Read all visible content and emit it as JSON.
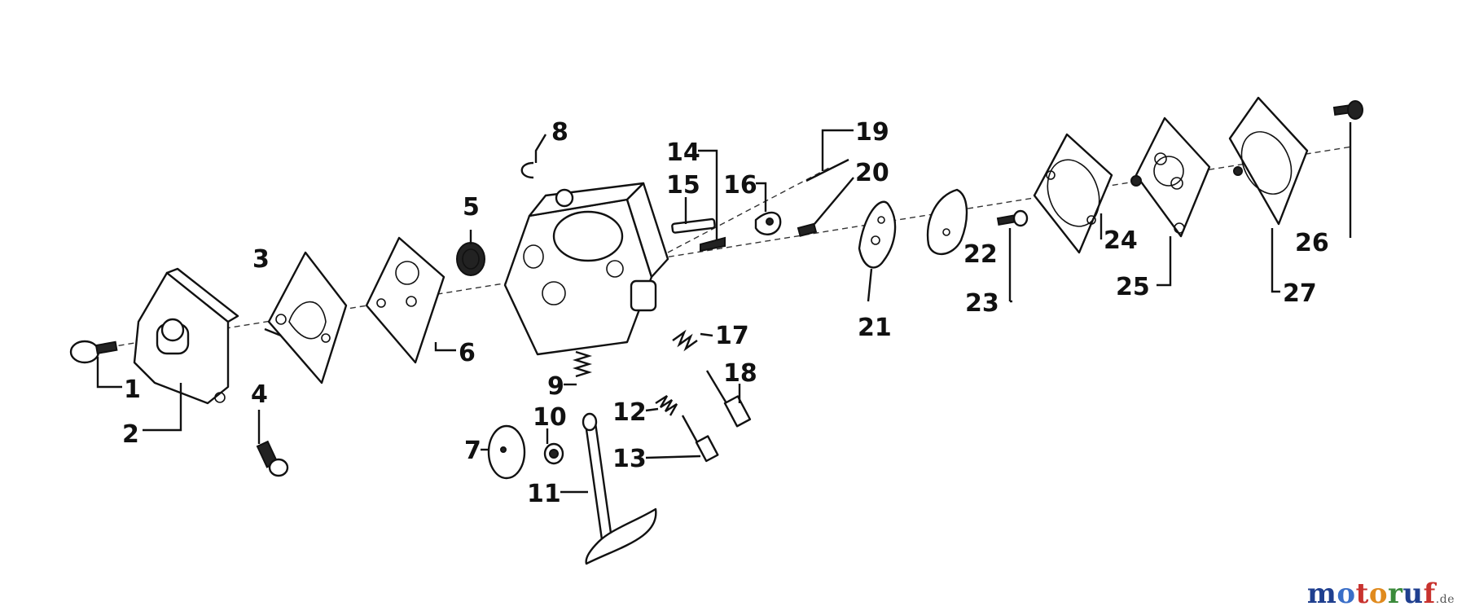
{
  "diagram": {
    "callouts": [
      {
        "id": "1",
        "text": "1"
      },
      {
        "id": "2",
        "text": "2"
      },
      {
        "id": "3",
        "text": "3"
      },
      {
        "id": "4",
        "text": "4"
      },
      {
        "id": "5",
        "text": "5"
      },
      {
        "id": "6",
        "text": "6"
      },
      {
        "id": "7",
        "text": "7"
      },
      {
        "id": "8",
        "text": "8"
      },
      {
        "id": "9",
        "text": "9"
      },
      {
        "id": "10",
        "text": "10"
      },
      {
        "id": "11",
        "text": "11"
      },
      {
        "id": "12",
        "text": "12"
      },
      {
        "id": "13",
        "text": "13"
      },
      {
        "id": "14",
        "text": "14"
      },
      {
        "id": "15",
        "text": "15"
      },
      {
        "id": "16",
        "text": "16"
      },
      {
        "id": "17",
        "text": "17"
      },
      {
        "id": "18",
        "text": "18"
      },
      {
        "id": "19",
        "text": "19"
      },
      {
        "id": "20",
        "text": "20"
      },
      {
        "id": "21",
        "text": "21"
      },
      {
        "id": "22",
        "text": "22"
      },
      {
        "id": "23",
        "text": "23"
      },
      {
        "id": "24",
        "text": "24"
      },
      {
        "id": "25",
        "text": "25"
      },
      {
        "id": "26",
        "text": "26"
      },
      {
        "id": "27",
        "text": "27"
      }
    ]
  },
  "watermark": {
    "letters": [
      {
        "ch": "m",
        "color": "#1f3f8f"
      },
      {
        "ch": "o",
        "color": "#3a6fc8"
      },
      {
        "ch": "t",
        "color": "#c8322e"
      },
      {
        "ch": "o",
        "color": "#e08a1e"
      },
      {
        "ch": "r",
        "color": "#3a8a3a"
      },
      {
        "ch": "u",
        "color": "#1f3f8f"
      },
      {
        "ch": "f",
        "color": "#c8322e"
      }
    ],
    "tld": ".de"
  }
}
